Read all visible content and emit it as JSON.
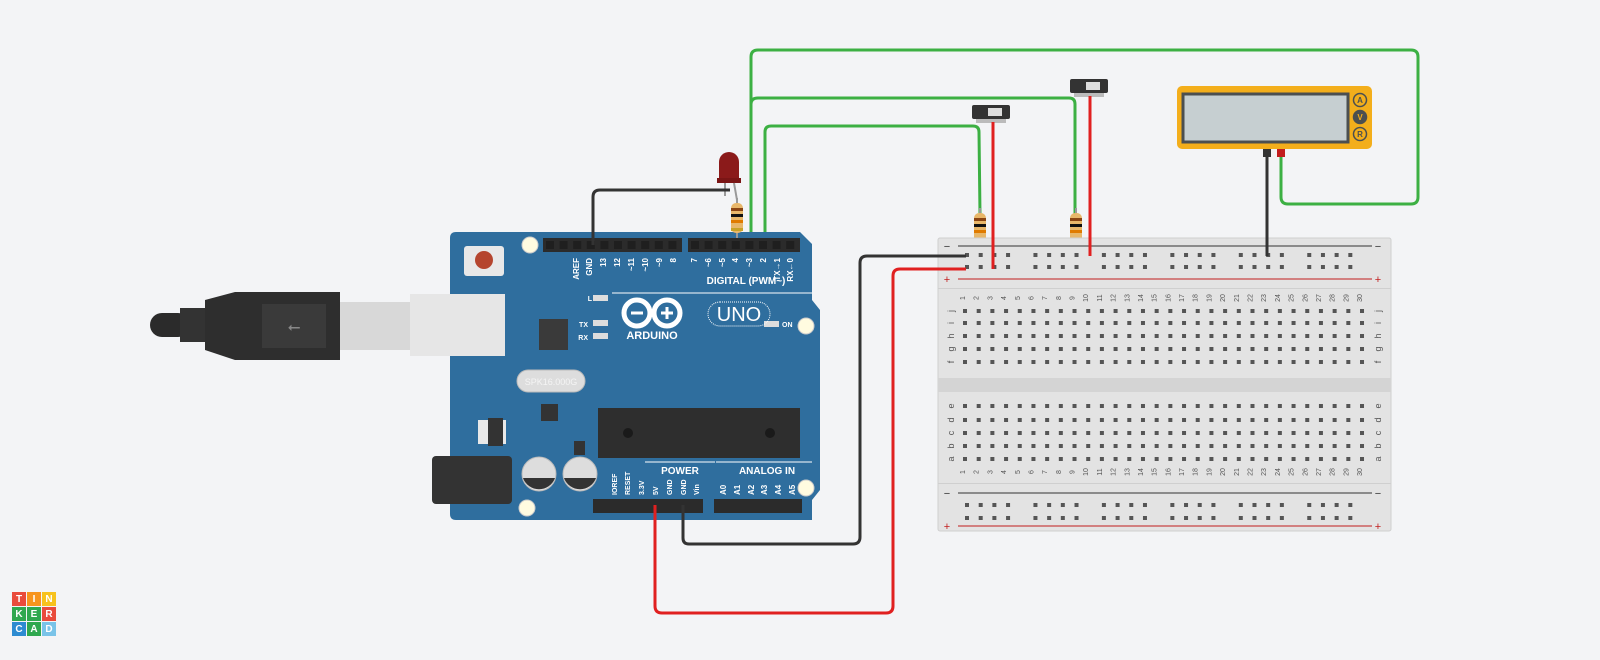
{
  "app": "Tinkercad",
  "logo_letters": [
    "T",
    "I",
    "N",
    "K",
    "E",
    "R",
    "C",
    "A",
    "D"
  ],
  "logo_colors": [
    "#e94b3c",
    "#f7941d",
    "#f7c21d",
    "#2fa84f",
    "#2fa84f",
    "#e94b3c",
    "#2d8bd1",
    "#2fa84f",
    "#79c3e8"
  ],
  "arduino": {
    "brand": "ARDUINO",
    "model": "UNO",
    "crystal": "SPK16.000G",
    "digital_label": "DIGITAL (PWM~)",
    "power_label": "POWER",
    "analog_label": "ANALOG IN",
    "on_label": "ON",
    "led_labels": [
      "L",
      "TX",
      "RX"
    ],
    "top_pins": [
      "AREF",
      "GND",
      "13",
      "12",
      "~11",
      "~10",
      "~9",
      "8",
      "7",
      "~6",
      "~5",
      "4",
      "~3",
      "2",
      "TX→1",
      "RX←0"
    ],
    "power_pins": [
      "IOREF",
      "RESET",
      "3.3V",
      "5V",
      "GND",
      "GND",
      "Vin"
    ],
    "analog_pins": [
      "A0",
      "A1",
      "A2",
      "A3",
      "A4",
      "A5"
    ],
    "board_color": "#2f6e9e"
  },
  "breadboard": {
    "columns": [
      "1",
      "2",
      "3",
      "4",
      "5",
      "6",
      "7",
      "8",
      "9",
      "10",
      "11",
      "12",
      "13",
      "14",
      "15",
      "16",
      "17",
      "18",
      "19",
      "20",
      "21",
      "22",
      "23",
      "24",
      "25",
      "26",
      "27",
      "28",
      "29",
      "30"
    ],
    "top_rows": [
      "j",
      "i",
      "h",
      "g",
      "f"
    ],
    "bottom_rows": [
      "e",
      "d",
      "c",
      "b",
      "a"
    ],
    "rail_minus": "−",
    "rail_plus": "+"
  },
  "multimeter": {
    "display": "",
    "modes": [
      "A",
      "V",
      "R"
    ],
    "selected_mode": "V"
  },
  "wire_colors": {
    "green": "#3cb043",
    "red": "#e02020",
    "black": "#333333"
  }
}
